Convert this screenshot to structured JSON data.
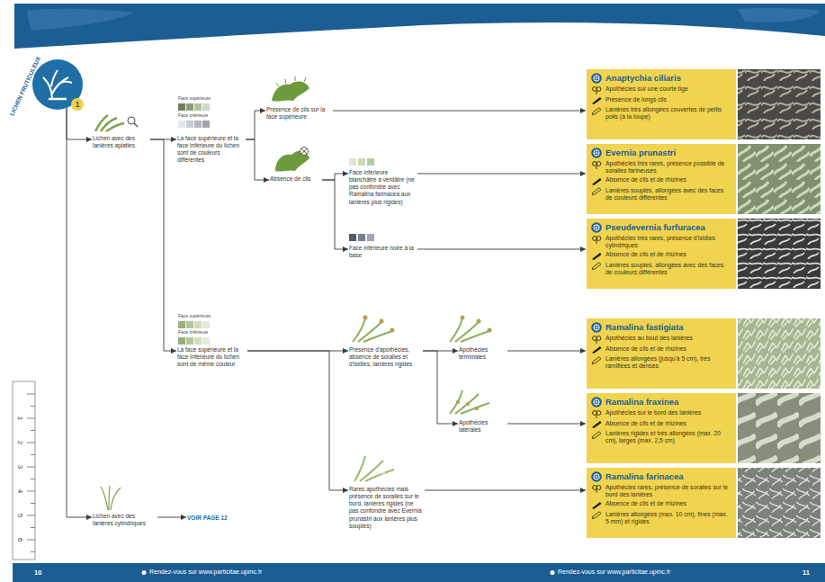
{
  "diagram": {
    "nodes": [
      {
        "text": [
          "LICHEN FRUTICULEUX",
          "1"
        ]
      },
      {
        "text": [
          "Lichen avec des lanières aplaties"
        ]
      },
      {
        "text": [
          "Lichen avec des lanières cylindriques"
        ]
      },
      {
        "text": [
          "VOIR PAGE 12"
        ]
      },
      {
        "text": [
          "La face supérieure et la face inférieure du lichen sont de couleurs différentes"
        ]
      },
      {
        "text": [
          "La face supérieure et la face inférieure du lichen sont de même couleur"
        ]
      },
      {
        "text": [
          "Présence de cils sur la face supérieure"
        ]
      },
      {
        "text": [
          "Absence de cils"
        ]
      },
      {
        "text": [
          "Face inférieure blanchâtre à verdâtre (ne pas confondre avec Ramalina farinacea aux lanières plus rigides)"
        ]
      },
      {
        "text": [
          "Face inférieure noire à la base"
        ]
      },
      {
        "text": [
          "Présence d'apothécies, absence de soralies et d'isidies, lanières rigides"
        ]
      },
      {
        "text": [
          "Rares apothécies mais présence de soralies sur le bord, lanières rigides (ne pas confondre avec Evernia prunastri aux lanières plus souples)"
        ]
      },
      {
        "text": [
          "Apothécies terminales"
        ]
      },
      {
        "text": [
          "Apothécies latérales"
        ]
      },
      {
        "text": [
          "Anaptychia ciliaris",
          "Apothécies sur une courte tige",
          "Présence de longs cils",
          "Lanières très allongées couvertes de petits poils (à la loupe)"
        ]
      },
      {
        "text": [
          "Evernia prunastri",
          "Apothécies très rares, présence possible de soralies farineuses",
          "Absence de cils et de rhizines",
          "Lanières souples, allongées avec des faces de couleurs différentes"
        ]
      },
      {
        "text": [
          "Pseudevernia furfuracea",
          "Apothécies très rares, présence d'isidies cylindriques",
          "Absence de cils et de rhizines",
          "Lanières souples, allongées avec des faces de couleurs différentes"
        ]
      },
      {
        "text": [
          "Ramalina fastigiata",
          "Apothécies au bout des lanières",
          "Absence de cils et de rhizines",
          "Lanières allongées (jusqu'à 5 cm), très ramifiées et denses"
        ]
      },
      {
        "text": [
          "Ramalina fraxinea",
          "Apothécies sur le bord des lanières",
          "Absence de cils et de rhizines",
          "Lanières rigides et très allongées (max. 20 cm), larges (max. 2,5 cm)"
        ]
      },
      {
        "text": [
          "Ramalina farinacea",
          "Apothécies rares, présence de soralies sur le bord des lanières",
          "Absence de cils et de rhizines",
          "Lanières allongées (max. 10 cm), fines (max. 5 mm) et rigides"
        ]
      }
    ],
    "edges": [
      {
        "from": 0,
        "to": 1,
        "arrow": "to"
      },
      {
        "from": 0,
        "to": 2,
        "arrow": "to"
      },
      {
        "from": 2,
        "to": 3,
        "arrow": "to"
      },
      {
        "from": 1,
        "to": 4,
        "arrow": "to"
      },
      {
        "from": 1,
        "to": 5,
        "arrow": "to"
      },
      {
        "from": 4,
        "to": 6,
        "arrow": "to"
      },
      {
        "from": 4,
        "to": 7,
        "arrow": "to"
      },
      {
        "from": 7,
        "to": 8,
        "arrow": "to"
      },
      {
        "from": 7,
        "to": 9,
        "arrow": "to"
      },
      {
        "from": 6,
        "to": 14,
        "arrow": "to"
      },
      {
        "from": 8,
        "to": 15,
        "arrow": "to"
      },
      {
        "from": 9,
        "to": 16,
        "arrow": "to"
      },
      {
        "from": 5,
        "to": 10,
        "arrow": "to"
      },
      {
        "from": 5,
        "to": 11,
        "arrow": "to"
      },
      {
        "from": 10,
        "to": 12,
        "arrow": "to"
      },
      {
        "from": 10,
        "to": 13,
        "arrow": "to"
      },
      {
        "from": 12,
        "to": 17,
        "arrow": "to"
      },
      {
        "from": 13,
        "to": 18,
        "arrow": "to"
      },
      {
        "from": 11,
        "to": 19,
        "arrow": "to"
      }
    ],
    "labels": [
      "Face supérieure",
      "Face inférieure",
      "Face supérieure",
      "Face inférieure",
      "1",
      "2",
      "3",
      "4",
      "5",
      "6",
      "10",
      "Rendez-vous sur www.particitae.upmc.fr",
      "Rendez-vous sur www.particitae.upmc.fr",
      "11"
    ]
  }
}
